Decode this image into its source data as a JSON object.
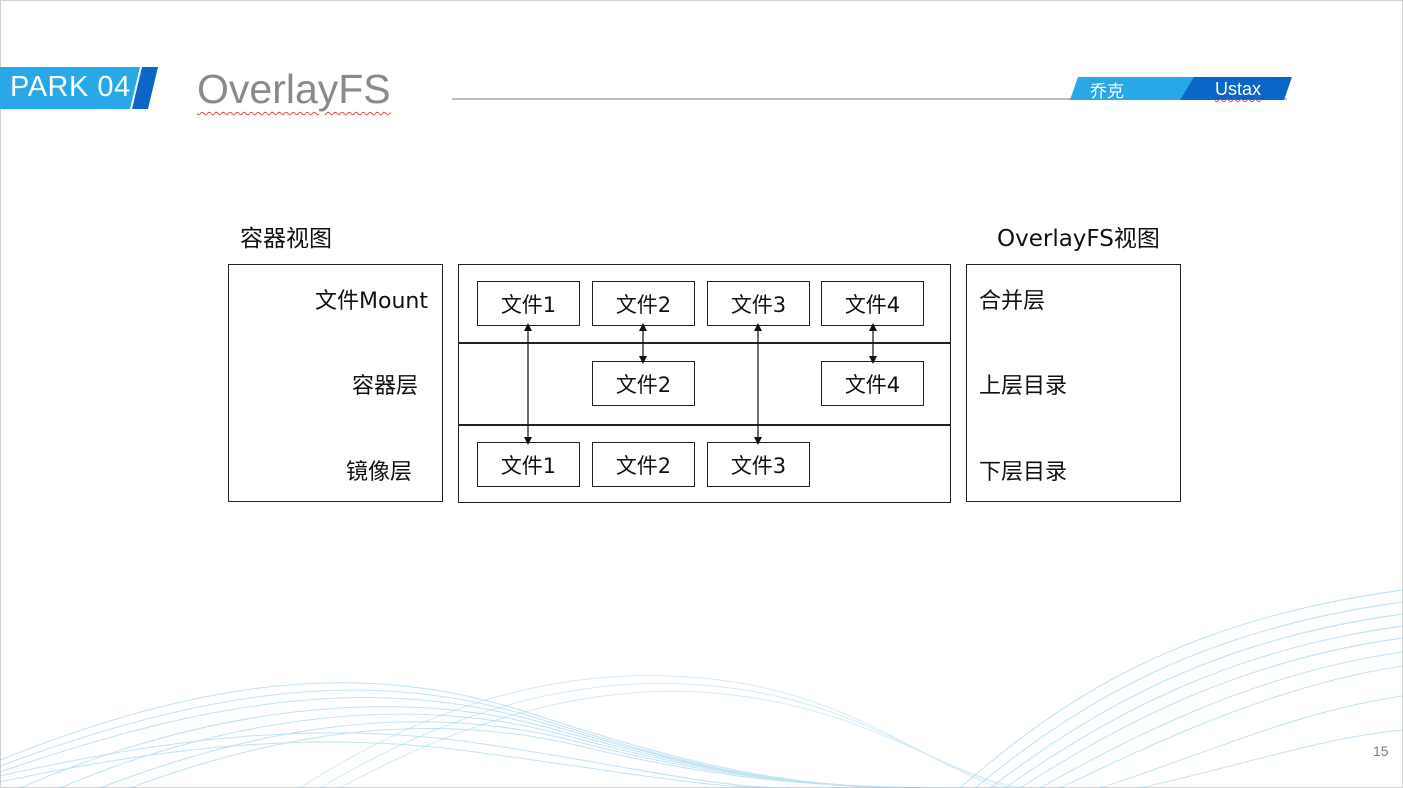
{
  "header": {
    "section_tag": "PARK 04",
    "title": "OverlayFS",
    "author": "乔克",
    "brand": "Ustax"
  },
  "colors": {
    "accent_light": "#29a8e8",
    "accent_dark": "#0a67c8",
    "title_gray": "#8a8a8a",
    "wave_blue": "#7fc3e0"
  },
  "diagram": {
    "left_heading": "容器视图",
    "right_heading": "OverlayFS视图",
    "container_layers": [
      "文件Mount",
      "容器层",
      "镜像层"
    ],
    "overlay_layers": [
      "合并层",
      "上层目录",
      "下层目录"
    ],
    "merged_files": [
      "文件1",
      "文件2",
      "文件3",
      "文件4"
    ],
    "upper_files": [
      "文件2",
      "文件4"
    ],
    "lower_files": [
      "文件1",
      "文件2",
      "文件3"
    ]
  },
  "footer": {
    "page_number": "15"
  }
}
